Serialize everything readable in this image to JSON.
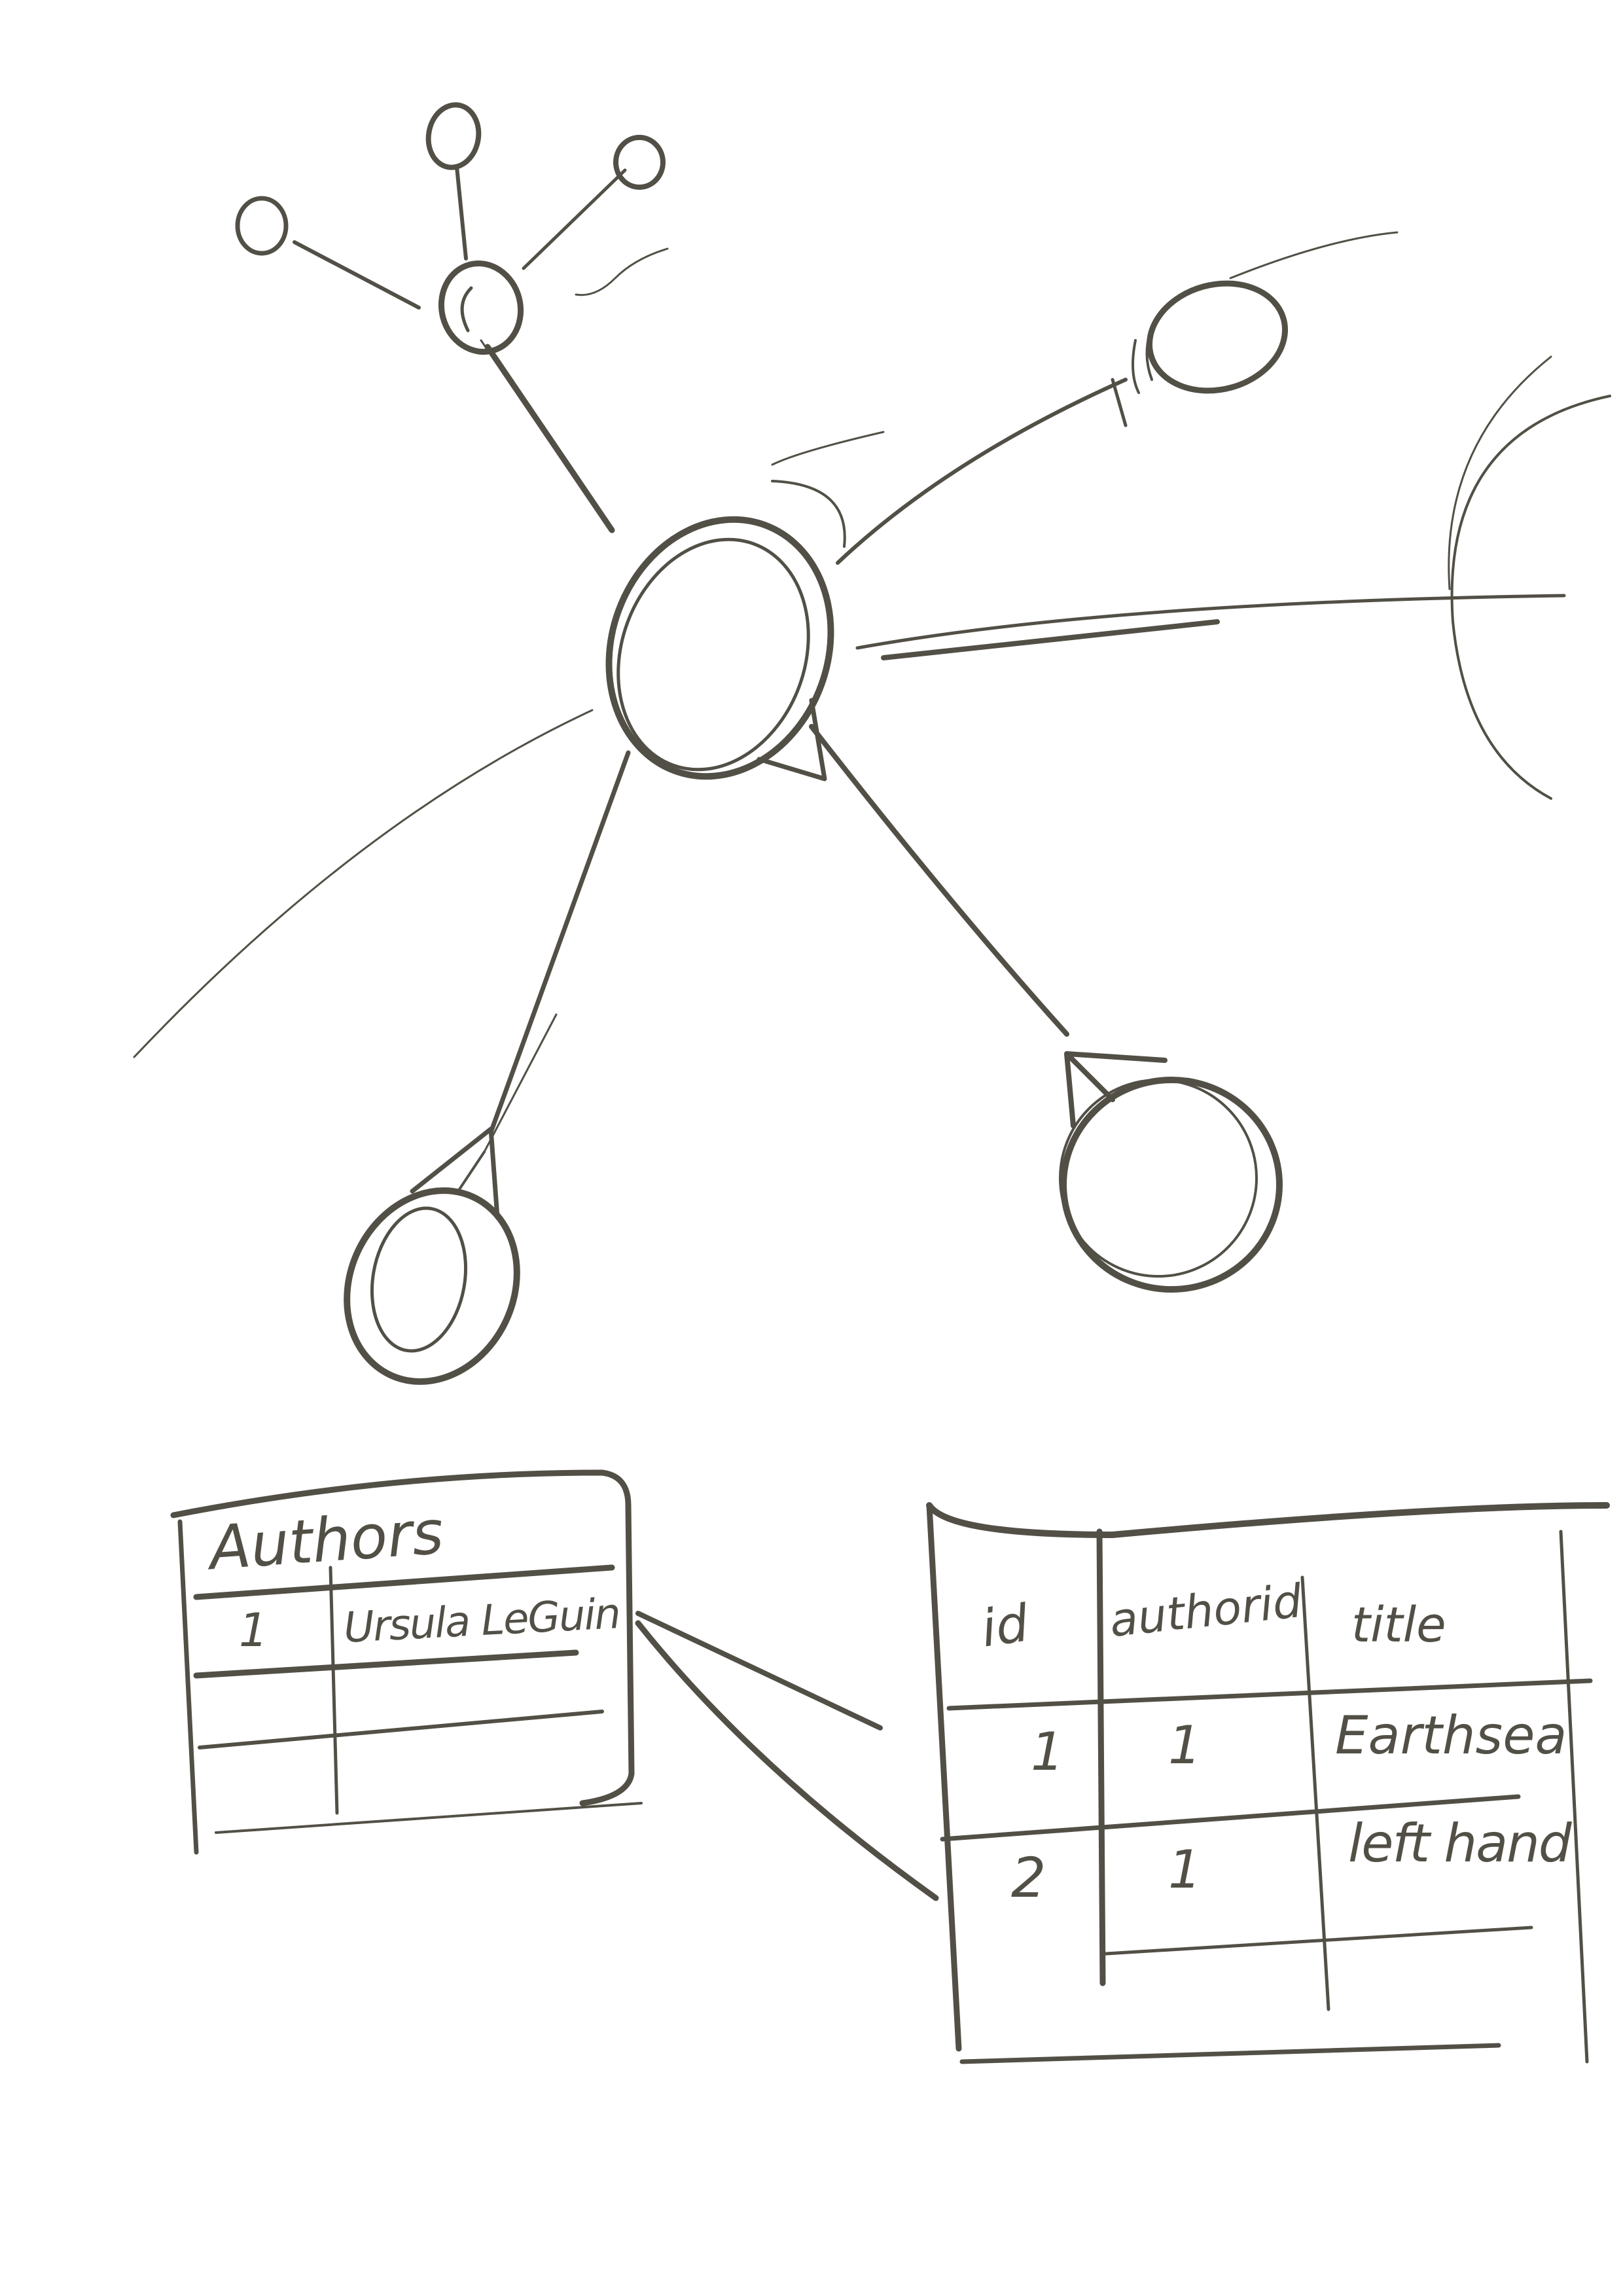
{
  "sketch": {
    "ink_color": "#525046",
    "background": "#ffffff"
  },
  "graph": {
    "center_node": {
      "label": ""
    },
    "nodes": [
      {
        "name": "hub-small",
        "label": ""
      },
      {
        "name": "leaf-left",
        "label": ""
      },
      {
        "name": "leaf-top",
        "label": ""
      },
      {
        "name": "leaf-top-right",
        "label": ""
      },
      {
        "name": "node-right",
        "label": ""
      },
      {
        "name": "node-bottom-left",
        "label": ""
      },
      {
        "name": "node-bottom-right",
        "label": ""
      }
    ]
  },
  "authors_table": {
    "title": "Authors",
    "rows": [
      {
        "id": "1",
        "name": "Ursula LeGuin"
      },
      {
        "id": "",
        "name": ""
      },
      {
        "id": "",
        "name": ""
      }
    ]
  },
  "books_table": {
    "columns": [
      "id",
      "authorid",
      "title"
    ],
    "rows": [
      {
        "id": "1",
        "authorid": "1",
        "title": "Earthsea"
      },
      {
        "id": "2",
        "authorid": "1",
        "title": "left hand"
      },
      {
        "id": "",
        "authorid": "",
        "title": ""
      }
    ]
  }
}
